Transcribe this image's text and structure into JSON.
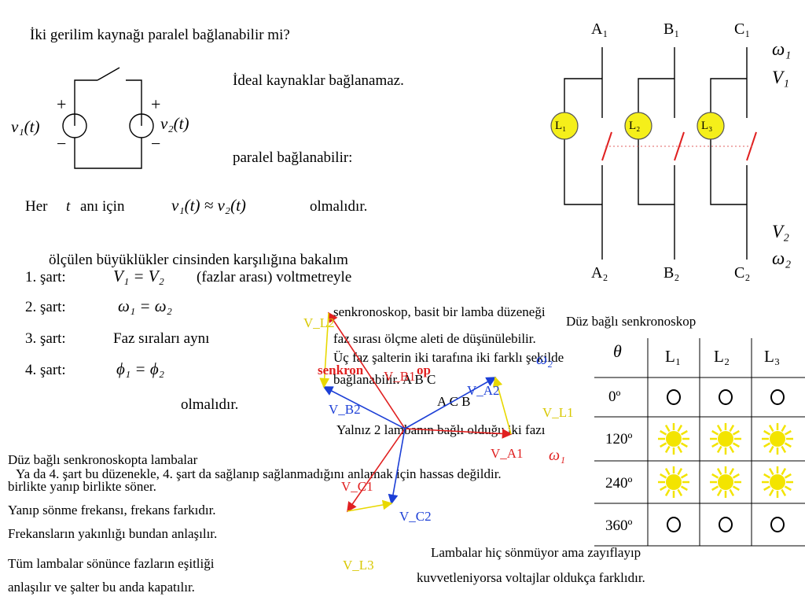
{
  "slide": {
    "title": "İki gerilim kaynağı paralel bağlanabilir mi?",
    "ideal_note": "İdeal kaynaklar  bağlanamaz.",
    "paralel_note": "paralel bağlanabilir:",
    "condition_prefix": "Her",
    "condition_t": "t",
    "condition_anı": "anı için",
    "condition_suffix": "olmalıdır.",
    "condition_formula": "v₁(t) ≈ v₂(t)",
    "olculen": "ölçülen büyüklükler cinsinden karşılığına bakalım",
    "conditions": [
      {
        "label": "1. şart:",
        "formula": "V₁ = V₂",
        "note": "(fazlar arası)  voltmetreyle"
      },
      {
        "label": "2. şart:",
        "formula": "ω₁ = ω₂",
        "note": ""
      },
      {
        "label": "3. şart:",
        "formula": "Faz sıraları aynı",
        "note": ""
      },
      {
        "label": "4. şart:",
        "formula": "ϕ₁ = ϕ₂",
        "note": ""
      }
    ],
    "olmalidir": "olmalıdır.",
    "middle_lines": [
      "senkronoskop, basit bir lamba düzeneği",
      "faz sırası ölçme aleti de düşünülebilir.",
      "Üç faz şalterin iki tarafına iki farklı şekilde",
      "bağlanabilir.  A B C",
      "A C B",
      "Yalnız 2 lambanın bağlı olduğu iki fazı",
      "Ya da 4. şart bu düzenekle, 4. şart da sağlanıp sağlanmadığını anlamak için hassas değildir."
    ],
    "bottom_left_lines": [
      "Düz bağlı senkronoskopta lambalar",
      "birlikte yanıp birlikte söner.",
      "Yanıp sönme frekansı, frekans farkıdır.",
      "Frekansların yakınlığı bundan anlaşılır.",
      "Tüm lambalar sönünce fazların eşitliği",
      "anlaşılır ve şalter bu anda kapatılır."
    ],
    "bottom_right_lines": [
      "Lambalar hiç sönmüyor ama zayıflayıp",
      "kuvvetleniyorsa voltajlar oldukça farklıdır."
    ]
  },
  "source_circuit": {
    "v1_label": "v₁(t)",
    "v2_label": "v₂(t)",
    "plus": "+",
    "minus": "−"
  },
  "switch_circuit": {
    "top_labels": [
      "A₁",
      "B₁",
      "C₁"
    ],
    "bottom_labels": [
      "A₂",
      "B₂",
      "C₂"
    ],
    "lamp_labels": [
      "L₁",
      "L₂",
      "L₃"
    ],
    "omega1": "ω₁",
    "v1": "V₁",
    "v2": "V₂",
    "omega2": "ω₂"
  },
  "phasor": {
    "labels": [
      "V_L2",
      "V_B1",
      "V_A2",
      "V_L1",
      "V_B2",
      "V_C1",
      "V_C2",
      "V_A1",
      "V_L3",
      "ω₁",
      "ω₂"
    ],
    "senkron_label": "senkron",
    "op_label": "op"
  },
  "table": {
    "title": "Düz bağlı senkronoskop",
    "header": [
      "θ",
      "L₁",
      "L₂",
      "L₃"
    ],
    "rows": [
      {
        "angle": "0º",
        "states": [
          "off",
          "off",
          "off"
        ]
      },
      {
        "angle": "120º",
        "states": [
          "on",
          "on",
          "on"
        ]
      },
      {
        "angle": "240º",
        "states": [
          "on",
          "on",
          "on"
        ]
      },
      {
        "angle": "360º",
        "states": [
          "off",
          "off",
          "off"
        ]
      }
    ]
  },
  "colors": {
    "lamp_on": "#f3e400",
    "lamp_fill": "#f5ef1a",
    "red": "#e02020",
    "blue": "#1c3fd6",
    "yellow": "#f0e000"
  }
}
